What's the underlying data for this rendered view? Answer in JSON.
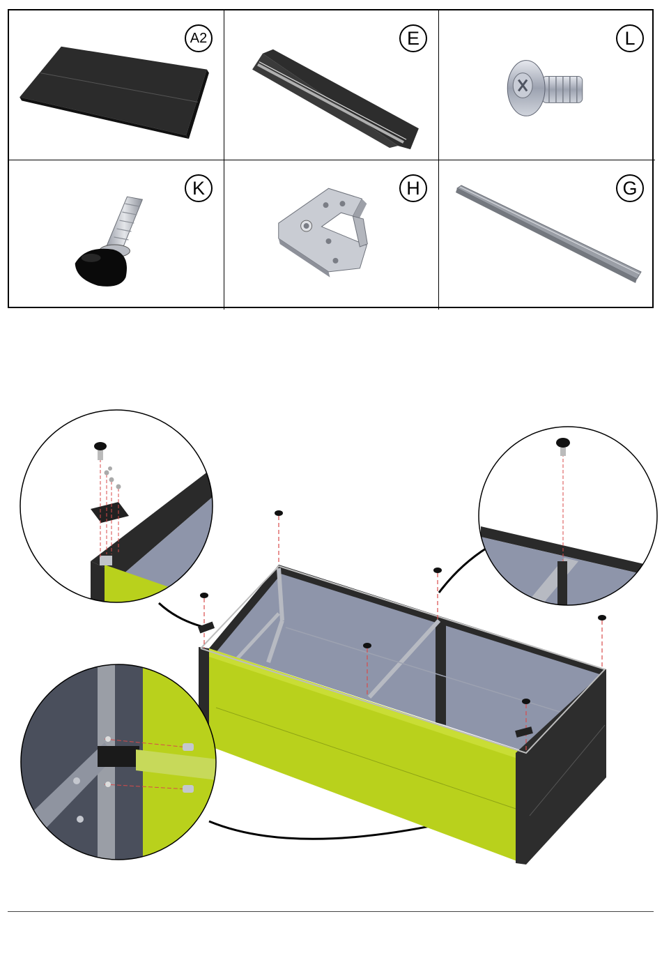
{
  "parts": [
    {
      "label": "A2",
      "icon": "panel-icon"
    },
    {
      "label": "E",
      "icon": "rail-icon"
    },
    {
      "label": "L",
      "icon": "screw-icon"
    },
    {
      "label": "K",
      "icon": "foot-icon"
    },
    {
      "label": "H",
      "icon": "bracket-icon"
    },
    {
      "label": "G",
      "icon": "bar-icon"
    }
  ],
  "colors": {
    "accent_green": "#b9d11c",
    "frame_dark": "#2a2a2a",
    "interior_blue": "#8c93a8",
    "dash_red": "#d94a4a"
  }
}
